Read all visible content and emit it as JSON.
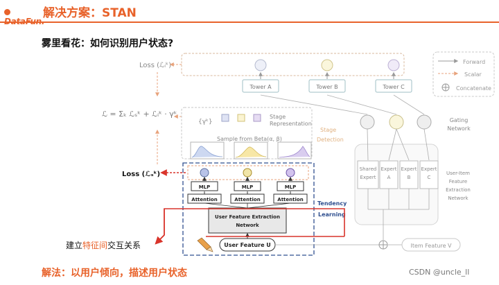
{
  "header": {
    "logo_text": "DataFun.",
    "title": "解决方案：STAN"
  },
  "subtitle": "雾里看花：如何识别用户状态?",
  "conclusion": "解法：以用户倾向，描述用户状态",
  "footer": "CSDN @uncle_ll",
  "annotation": {
    "prefix": "建立",
    "highlight": "特征间",
    "suffix": "交互关系"
  },
  "legend": {
    "forward": "Forward",
    "scalar": "Scalar",
    "concatenate": "Concatenate"
  },
  "diagram": {
    "loss_i": "Loss (ℒᵢᵏ)",
    "loss_s": "Loss (ℒₛᵏ)",
    "total_loss": "ℒ = Σₖ ℒₛᵏ + ℒᵢᵏ · γᵏ",
    "towers": [
      "Tower A",
      "Tower B",
      "Tower C"
    ],
    "stage_symbol": "{γᵏ}",
    "stage_representation": [
      "Stage",
      "Representation"
    ],
    "sample_text": "Sample from Beta(α, β)",
    "stage_detection": [
      "Stage",
      "Detection"
    ],
    "mlp": "MLP",
    "attention": "Attention",
    "feature_extraction": [
      "User Feature Extraction",
      "Network"
    ],
    "tendency_learning": [
      "Tendency",
      "Learning"
    ],
    "user_feature": "User Feature U",
    "item_feature": "Item Feature V",
    "gating_network": [
      "Gating",
      "Network"
    ],
    "experts": [
      [
        "Shared",
        "Expert"
      ],
      [
        "Expert",
        "A"
      ],
      [
        "Expert",
        "B"
      ],
      [
        "Expert",
        "C"
      ]
    ],
    "item_extraction": [
      "User-Item",
      "Feature",
      "Extraction",
      "Network"
    ]
  },
  "colors": {
    "accent": "#e8622a",
    "dashed_blue": "#2f4f8f",
    "red_line": "#d9342b",
    "node_a": "#b9c3e8",
    "node_b": "#f1e5a8",
    "node_c": "#d2c3ee"
  }
}
